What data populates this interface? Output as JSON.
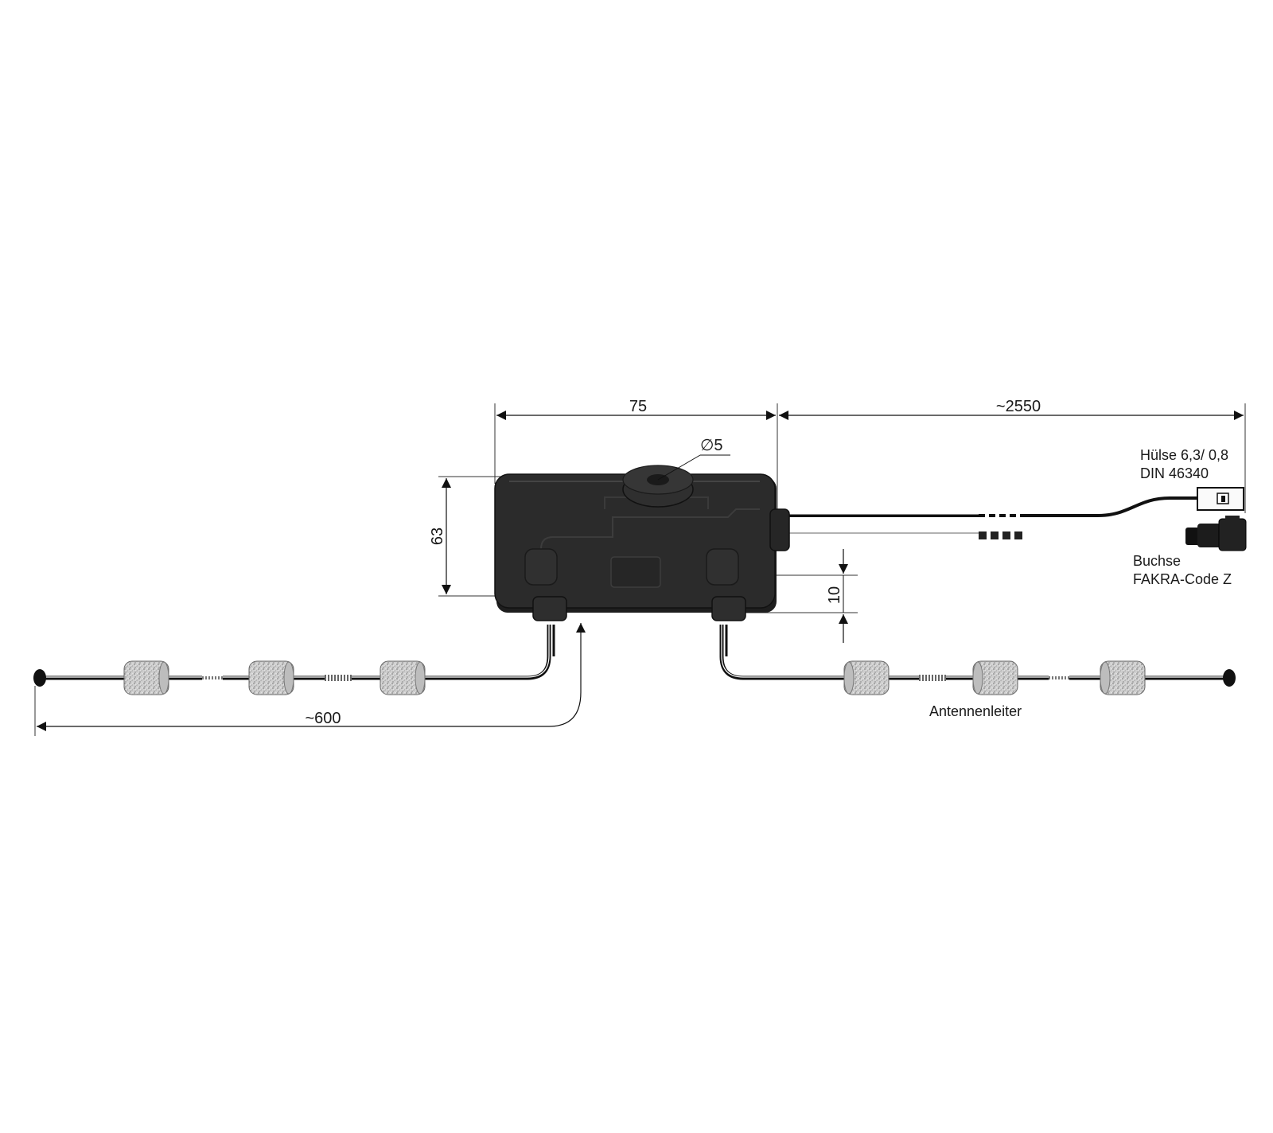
{
  "dimensions": {
    "width_label": "75",
    "cable_length_label": "~2550",
    "height_label": "63",
    "offset_label": "10",
    "diameter_label": "∅5",
    "wire_length_label": "~600"
  },
  "labels": {
    "plug_line1": "Hülse 6,3/ 0,8",
    "plug_line2": "DIN 46340",
    "socket_line1": "Buchse",
    "socket_line2": "FAKRA-Code Z",
    "antenna": "Antennenleiter"
  },
  "colors": {
    "body": "#2b2b2b",
    "line": "#1a1a1a",
    "ferrite": "#c9c9c9"
  }
}
